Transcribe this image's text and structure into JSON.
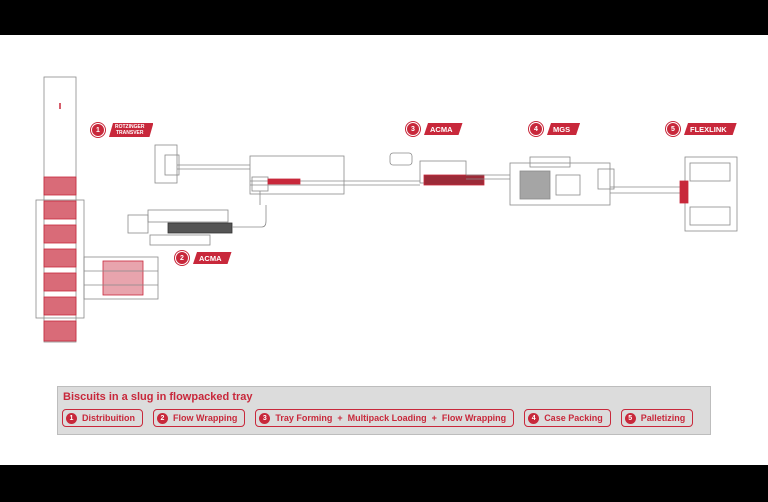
{
  "machines": [
    {
      "number": "1",
      "vendor_lines": [
        "ROTZINGER",
        "TRANSVER"
      ]
    },
    {
      "number": "2",
      "vendor": "ACMA"
    },
    {
      "number": "3",
      "vendor": "ACMA"
    },
    {
      "number": "4",
      "vendor": "MGS"
    },
    {
      "number": "5",
      "vendor": "FLEXLINK"
    }
  ],
  "legend": {
    "title": "Biscuits in a slug in flowpacked tray",
    "steps": [
      {
        "number": "1",
        "label": "Distribuition"
      },
      {
        "number": "2",
        "label": "Flow Wrapping"
      },
      {
        "number": "3",
        "label": "Tray Forming  +  Multipack Loading  +  Flow Wrapping"
      },
      {
        "number": "4",
        "label": "Case Packing"
      },
      {
        "number": "5",
        "label": "Palletizing"
      }
    ]
  },
  "colors": {
    "accent": "#c8283b",
    "line": "#8a8a8a",
    "background": "#ffffff",
    "frame": "#000000"
  }
}
